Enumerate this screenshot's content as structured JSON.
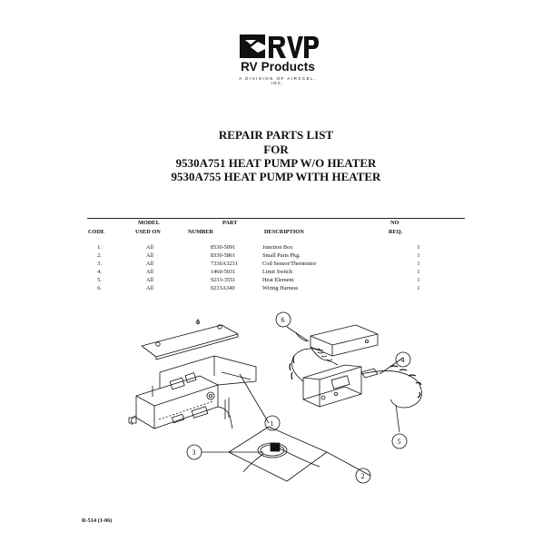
{
  "logo": {
    "brand": "RV Products",
    "tagline": "A DIVISION OF AIRXCEL, INC."
  },
  "titles": [
    "REPAIR PARTS LIST",
    "FOR",
    "9530A751 HEAT PUMP W/O HEATER",
    "9530A755 HEAT PUMP WITH HEATER"
  ],
  "table": {
    "headers": {
      "code": "CODE",
      "model_line1": "MODEL",
      "model_line2": "USED ON",
      "part_line1": "PART",
      "part_line2": "NUMBER",
      "description": "DESCRIPTION",
      "req_line1": "NO",
      "req_line2": "REQ."
    },
    "rows": [
      {
        "code": "1.",
        "model": "All",
        "part": "8530-5091",
        "description": "Junction Box",
        "req": "1"
      },
      {
        "code": "2.",
        "model": "All",
        "part": "8330-5861",
        "description": "Small Parts Pkg.",
        "req": "1"
      },
      {
        "code": "3.",
        "model": "All",
        "part": "7330A3231",
        "description": "Coil Sensor/Thermistor",
        "req": "1"
      },
      {
        "code": "4.",
        "model": "All",
        "part": "1460-5031",
        "description": "Limit Switch",
        "req": "1"
      },
      {
        "code": "5.",
        "model": "All",
        "part": "9233-3551",
        "description": "Heat Element",
        "req": "1"
      },
      {
        "code": "6.",
        "model": "All",
        "part": "9233A340",
        "description": "Wiring Harness",
        "req": "1"
      }
    ]
  },
  "callouts": [
    "1",
    "2",
    "3",
    "4",
    "5",
    "6"
  ],
  "footer": "R-514 (1-06)"
}
